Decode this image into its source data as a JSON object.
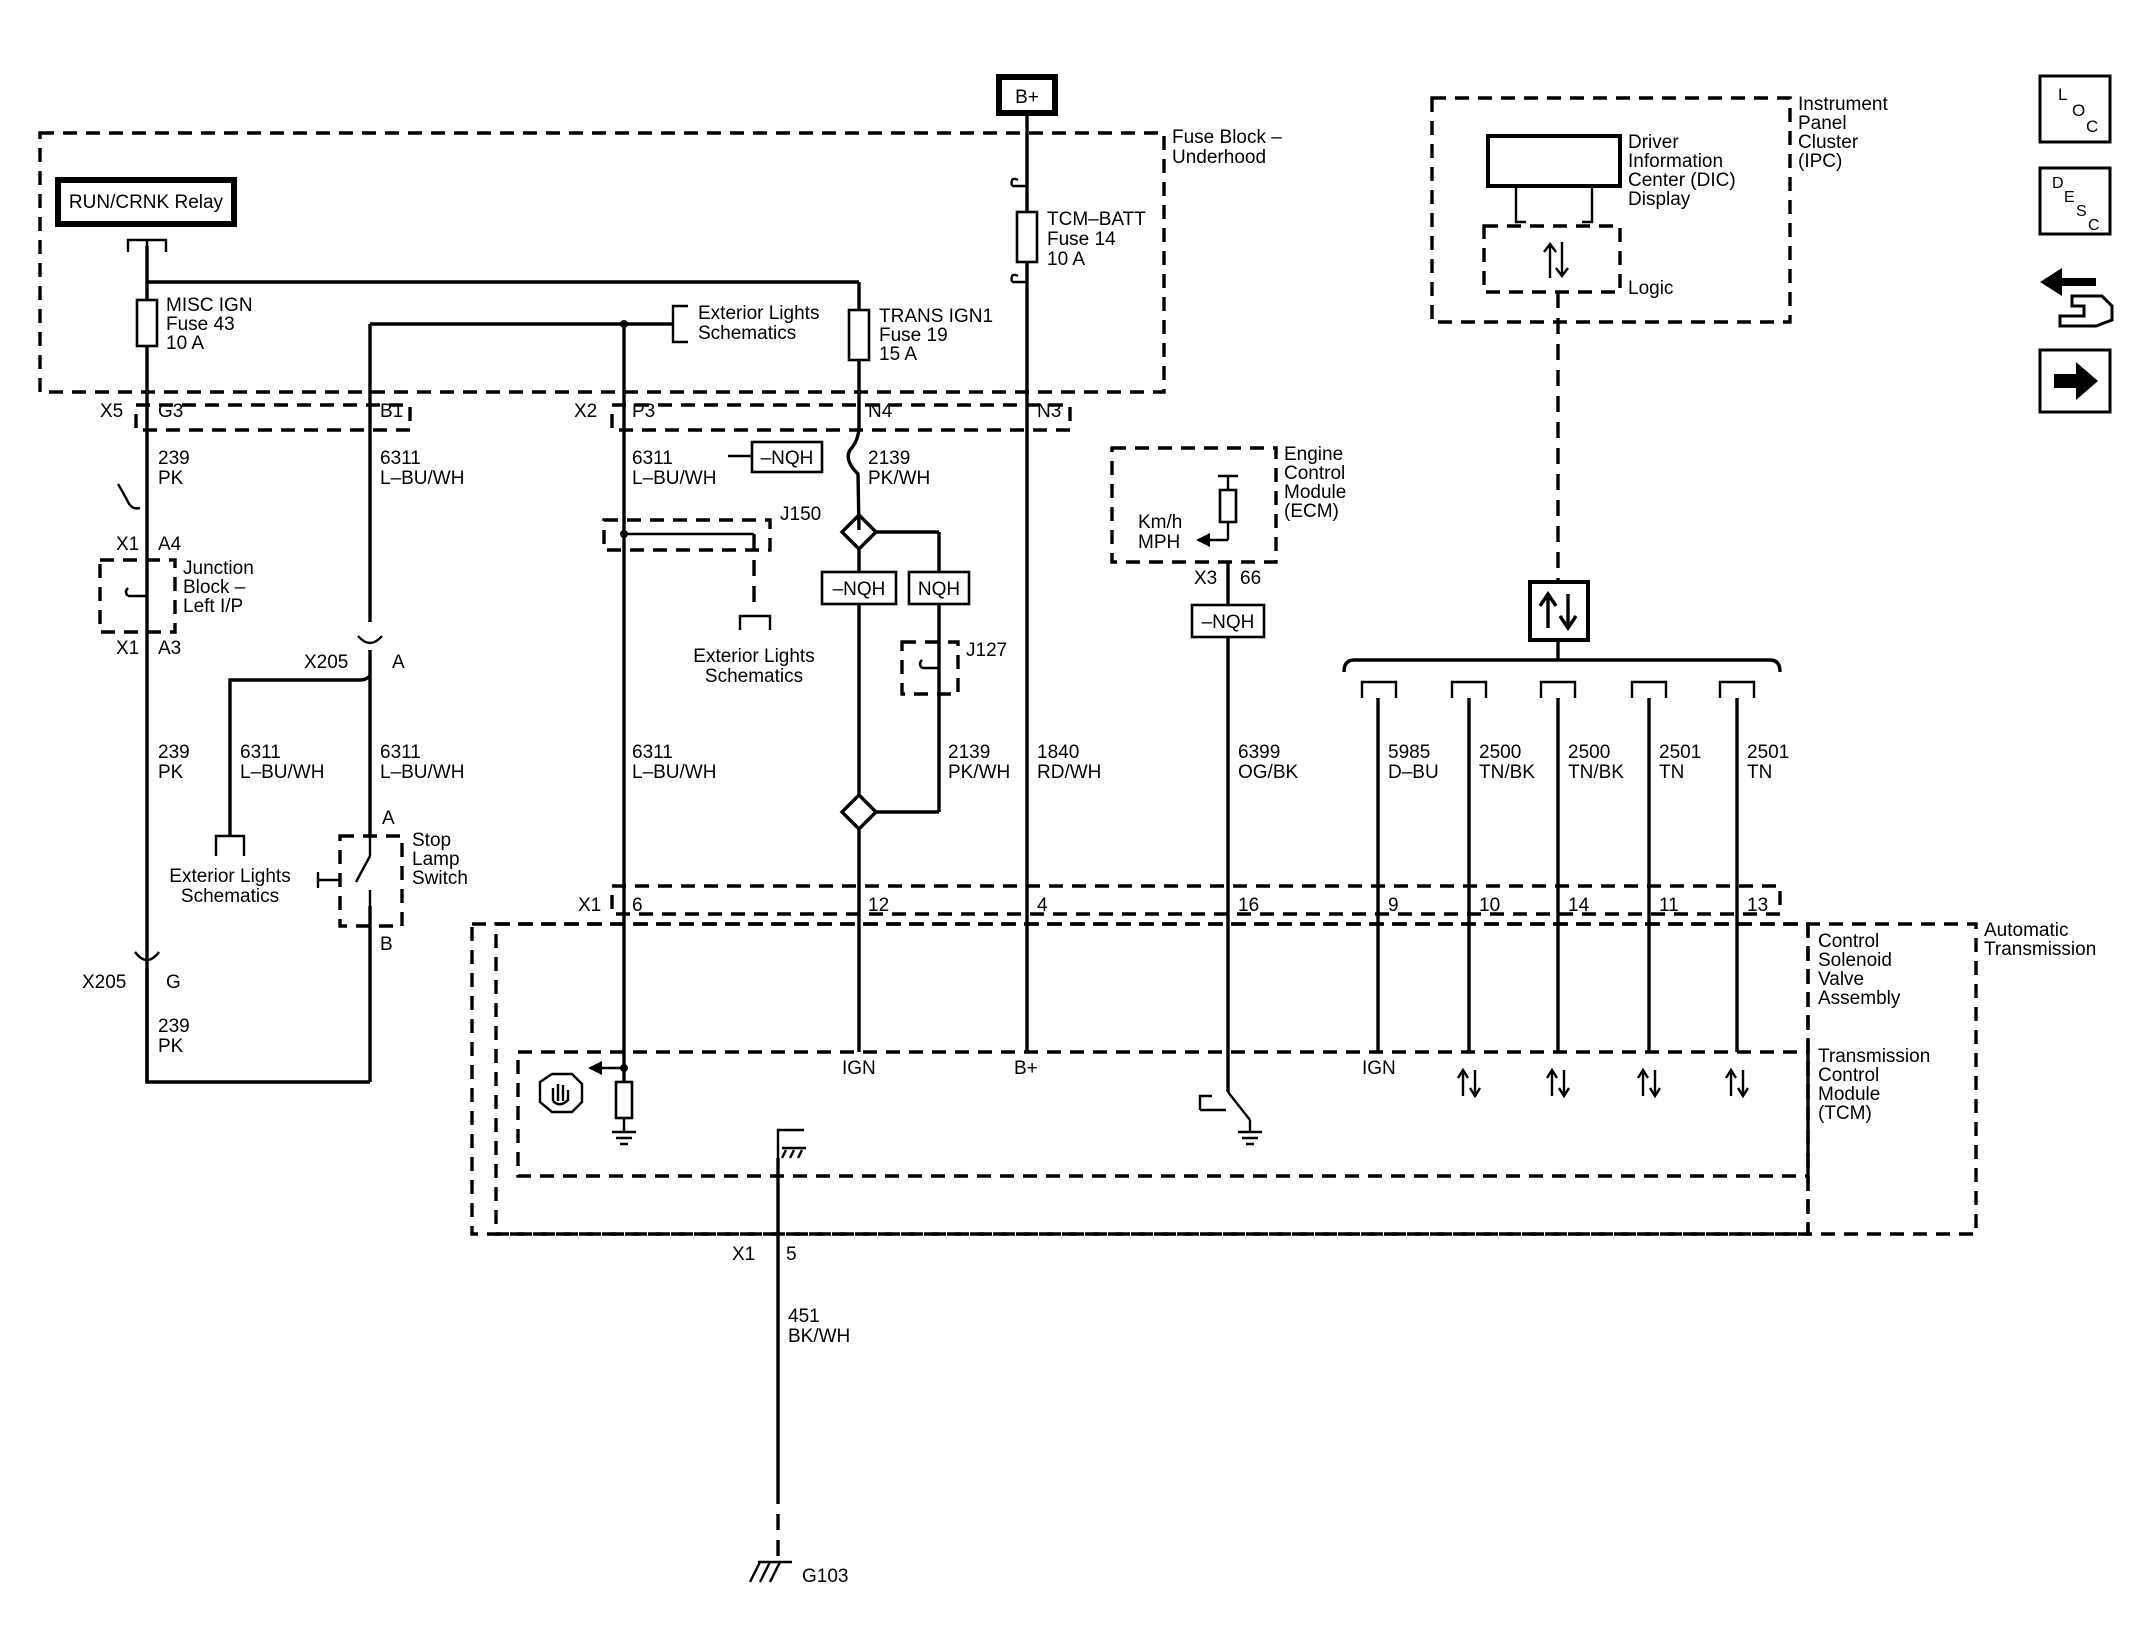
{
  "nav": {
    "loc_letters": [
      "L",
      "O",
      "C"
    ],
    "desc_letters": [
      "D",
      "E",
      "S",
      "C"
    ],
    "loc_icon": "loc-icon",
    "desc_icon": "desc-icon",
    "connector_icon": "connector-hand-icon",
    "next_icon": "arrow-right-icon"
  },
  "labels": {
    "bplus_top": "B+",
    "fuse_block_1": "Fuse Block –",
    "fuse_block_2": "Underhood",
    "relay": "RUN/CRNK Relay",
    "misc_ign_1": "MISC IGN",
    "misc_ign_2": "Fuse 43",
    "misc_ign_3": "10 A",
    "ext_lights_top_1": "Exterior Lights",
    "ext_lights_top_2": "Schematics",
    "trans_ign_1": "TRANS IGN1",
    "trans_ign_2": "Fuse 19",
    "trans_ign_3": "15 A",
    "tcm_batt_1": "TCM–BATT",
    "tcm_batt_2": "Fuse 14",
    "tcm_batt_3": "10 A",
    "x5": "X5",
    "g3": "G3",
    "b1": "B1",
    "x2": "X2",
    "p3": "P3",
    "n4": "N4",
    "n3": "N3",
    "w239a_1": "239",
    "w239a_2": "PK",
    "w6311a_1": "6311",
    "w6311a_2": "L–BU/WH",
    "w6311b_1": "6311",
    "w6311b_2": "L–BU/WH",
    "nqh_a": "–NQH",
    "w2139a_1": "2139",
    "w2139a_2": "PK/WH",
    "j150": "J150",
    "x1_a4_x": "X1",
    "x1_a4_p": "A4",
    "jb_1": "Junction",
    "jb_2": "Block –",
    "jb_3": "Left I/P",
    "x1_a3_x": "X1",
    "x1_a3_p": "A3",
    "nqh_b": "–NQH",
    "nqh_c": "NQH",
    "ext_lights_mid_1": "Exterior Lights",
    "ext_lights_mid_2": "Schematics",
    "j127": "J127",
    "x205_a_x": "X205",
    "x205_a_p": "A",
    "w239b_1": "239",
    "w239b_2": "PK",
    "w6311c_1": "6311",
    "w6311c_2": "L–BU/WH",
    "w6311d_1": "6311",
    "w6311d_2": "L–BU/WH",
    "w6311e_1": "6311",
    "w6311e_2": "L–BU/WH",
    "w2139b_1": "2139",
    "w2139b_2": "PK/WH",
    "w1840_1": "1840",
    "w1840_2": "RD/WH",
    "ext_lights_left_1": "Exterior Lights",
    "ext_lights_left_2": "Schematics",
    "stop_a": "A",
    "stop_1": "Stop",
    "stop_2": "Lamp",
    "stop_3": "Switch",
    "stop_b": "B",
    "x205_g_x": "X205",
    "x205_g_p": "G",
    "w239c_1": "239",
    "w239c_2": "PK",
    "ecm_1": "Engine",
    "ecm_2": "Control",
    "ecm_3": "Module",
    "ecm_4": "(ECM)",
    "kmh": "Km/h",
    "mph": "MPH",
    "x3": "X3",
    "p66": "66",
    "nqh_d": "–NQH",
    "w6399_1": "6399",
    "w6399_2": "OG/BK",
    "ipc_1": "Instrument",
    "ipc_2": "Panel",
    "ipc_3": "Cluster",
    "ipc_4": "(IPC)",
    "dic_1": "Driver",
    "dic_2": "Information",
    "dic_3": "Center (DIC)",
    "dic_4": "Display",
    "logic": "Logic",
    "w5985_1": "5985",
    "w5985_2": "D–BU",
    "w2500a_1": "2500",
    "w2500a_2": "TN/BK",
    "w2500b_1": "2500",
    "w2500b_2": "TN/BK",
    "w2501a_1": "2501",
    "w2501a_2": "TN",
    "w2501b_1": "2501",
    "w2501b_2": "TN",
    "x1_row": "X1",
    "pin6": "6",
    "pin12": "12",
    "pin4": "4",
    "pin16": "16",
    "pin9": "9",
    "pin10": "10",
    "pin14": "14",
    "pin11": "11",
    "pin13": "13",
    "auto_trans_1": "Automatic",
    "auto_trans_2": "Transmission",
    "csva_1": "Control",
    "csva_2": "Solenoid",
    "csva_3": "Valve",
    "csva_4": "Assembly",
    "tcm_1": "Transmission",
    "tcm_2": "Control",
    "tcm_3": "Module",
    "tcm_4": "(TCM)",
    "ign_a": "IGN",
    "bplus_b": "B+",
    "ign_b": "IGN",
    "x1_gnd": "X1",
    "pin5": "5",
    "w451_1": "451",
    "w451_2": "BK/WH",
    "g103": "G103"
  }
}
